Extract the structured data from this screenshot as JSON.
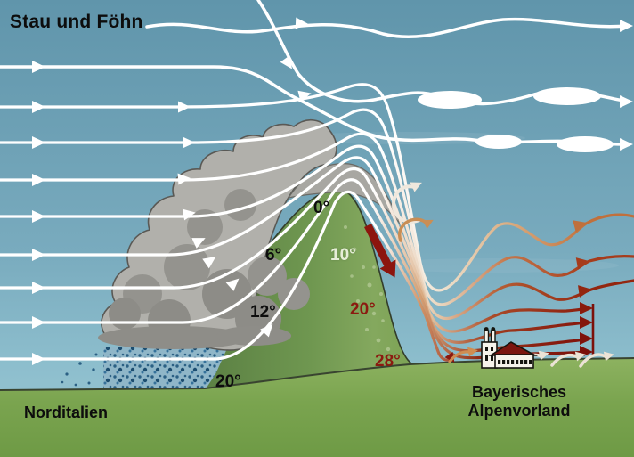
{
  "title": "Stau und Föhn",
  "regions": {
    "left": "Norditalien",
    "right": [
      "Bayerisches",
      "Alpenvorland"
    ]
  },
  "temperatures": {
    "peak": "0°",
    "windward_upper": "6°",
    "lee_upper": "10°",
    "windward_mid": "12°",
    "windward_base": "20°",
    "lee_mid": "20°",
    "lee_base": "28°"
  },
  "colors": {
    "sky_top": "#6095ab",
    "sky_bottom": "#9cc8d4",
    "ground_green": "#7aa44f",
    "mountain_green": "#6f9750",
    "stau_cloud_gray": "#b1b0ab",
    "rain_field": "#8fb6c8",
    "rain_drops": "#2a5f83",
    "streamline_white": "#ffffff",
    "foehn_warm_orange": "#c0703c",
    "foehn_hot_red": "#8c150e",
    "rotor_cream": "#efe8dd",
    "rotor_orange": "#c98e55",
    "temp_label_red": "#8b1a10",
    "text_black": "#0d0d0d"
  },
  "icons": [
    "wind-arrow-icon",
    "lenticular-cloud-icon",
    "stau-cloud-icon",
    "rain-icon",
    "church-icon",
    "foehn-descent-arrow-icon",
    "rotor-eddy-icon",
    "wind-profile-icon"
  ]
}
